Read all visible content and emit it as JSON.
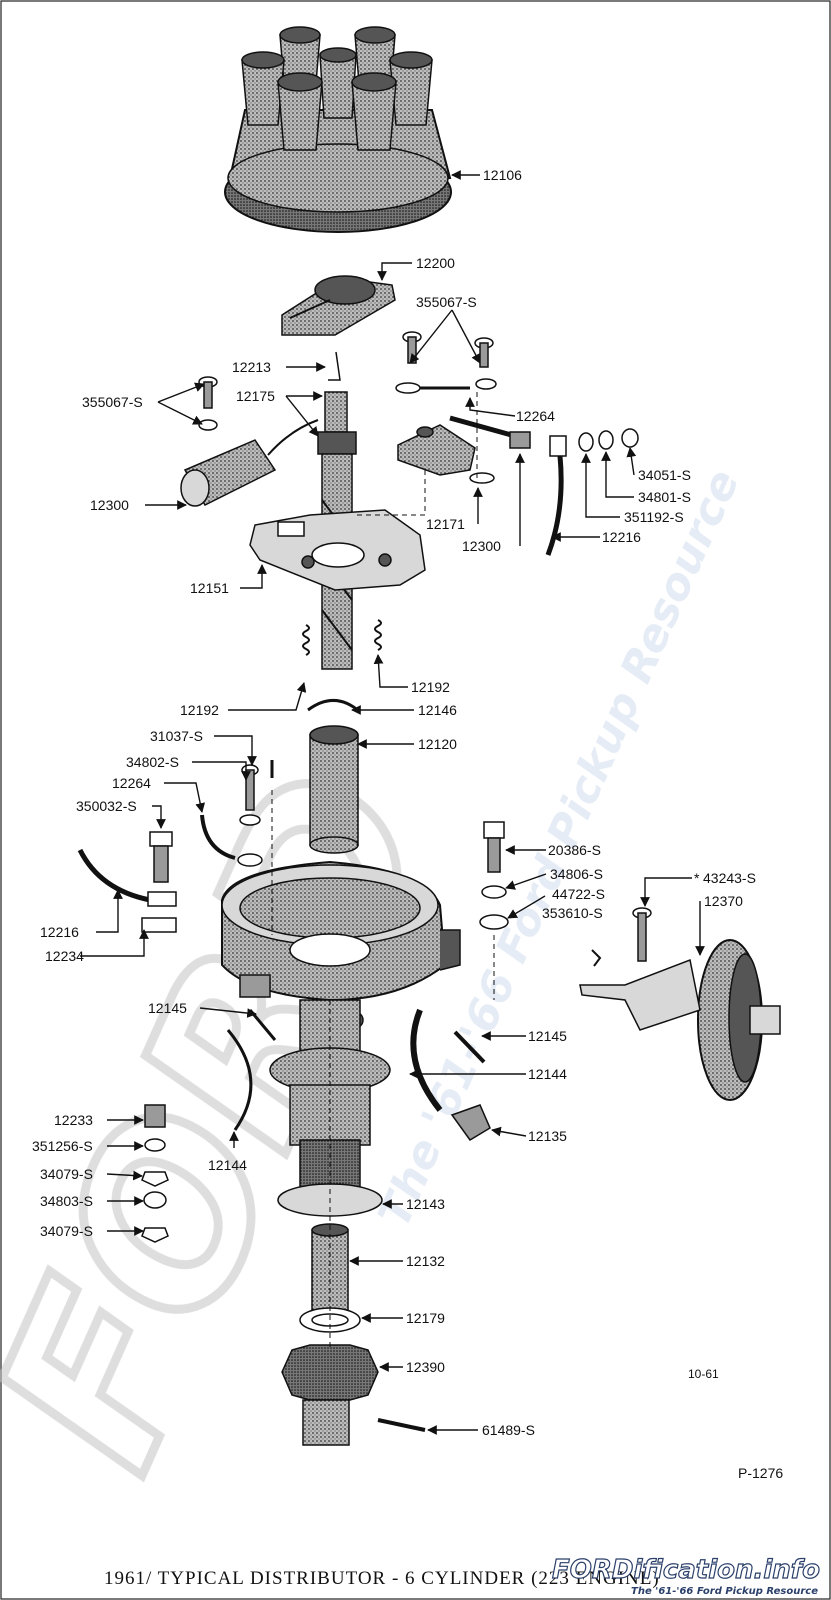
{
  "caption": "1961/  TYPICAL DISTRIBUTOR - 6 CYLINDER (223 ENGINE)",
  "date_code": "10-61",
  "plate_code": "P-1276",
  "watermark": {
    "logo": "FORDification.info",
    "vertical_text": "The '61-'66 Ford Pickup Resource",
    "footer_logo": "FORDification.info",
    "footer_tagline": "The '61-'66 Ford Pickup Resource"
  },
  "labels": {
    "l12106": "12106",
    "l12200": "12200",
    "l355067s_top": "355067-S",
    "l12213": "12213",
    "l12175": "12175",
    "l355067s_left": "355067-S",
    "l12264_top": "12264",
    "l34051s": "34051-S",
    "l34801s": "34801-S",
    "l351192s": "351192-S",
    "l12216_top": "12216",
    "l12300_left": "12300",
    "l12171": "12171",
    "l12300_right": "12300",
    "l12151": "12151",
    "l12192_right": "12192",
    "l12192_left": "12192",
    "l12146": "12146",
    "l31037s": "31037-S",
    "l12120": "12120",
    "l34802s": "34802-S",
    "l12264_left": "12264",
    "l350032s": "350032-S",
    "l20386s": "20386-S",
    "l34806s": "34806-S",
    "l44722s": "44722-S",
    "l353610s": "353610-S",
    "l43243s": "43243-S",
    "l12370": "12370",
    "l12216_left": "12216",
    "l12234": "12234",
    "l12145_left": "12145",
    "l12145_right": "12145",
    "l12144_right": "12144",
    "l12233": "12233",
    "l351256s": "351256-S",
    "l12135": "12135",
    "l34079s_a": "34079-S",
    "l12144_left": "12144",
    "l34803s": "34803-S",
    "l12143": "12143",
    "l34079s_b": "34079-S",
    "l12132": "12132",
    "l12179": "12179",
    "l12390": "12390",
    "l61489s": "61489-S"
  }
}
